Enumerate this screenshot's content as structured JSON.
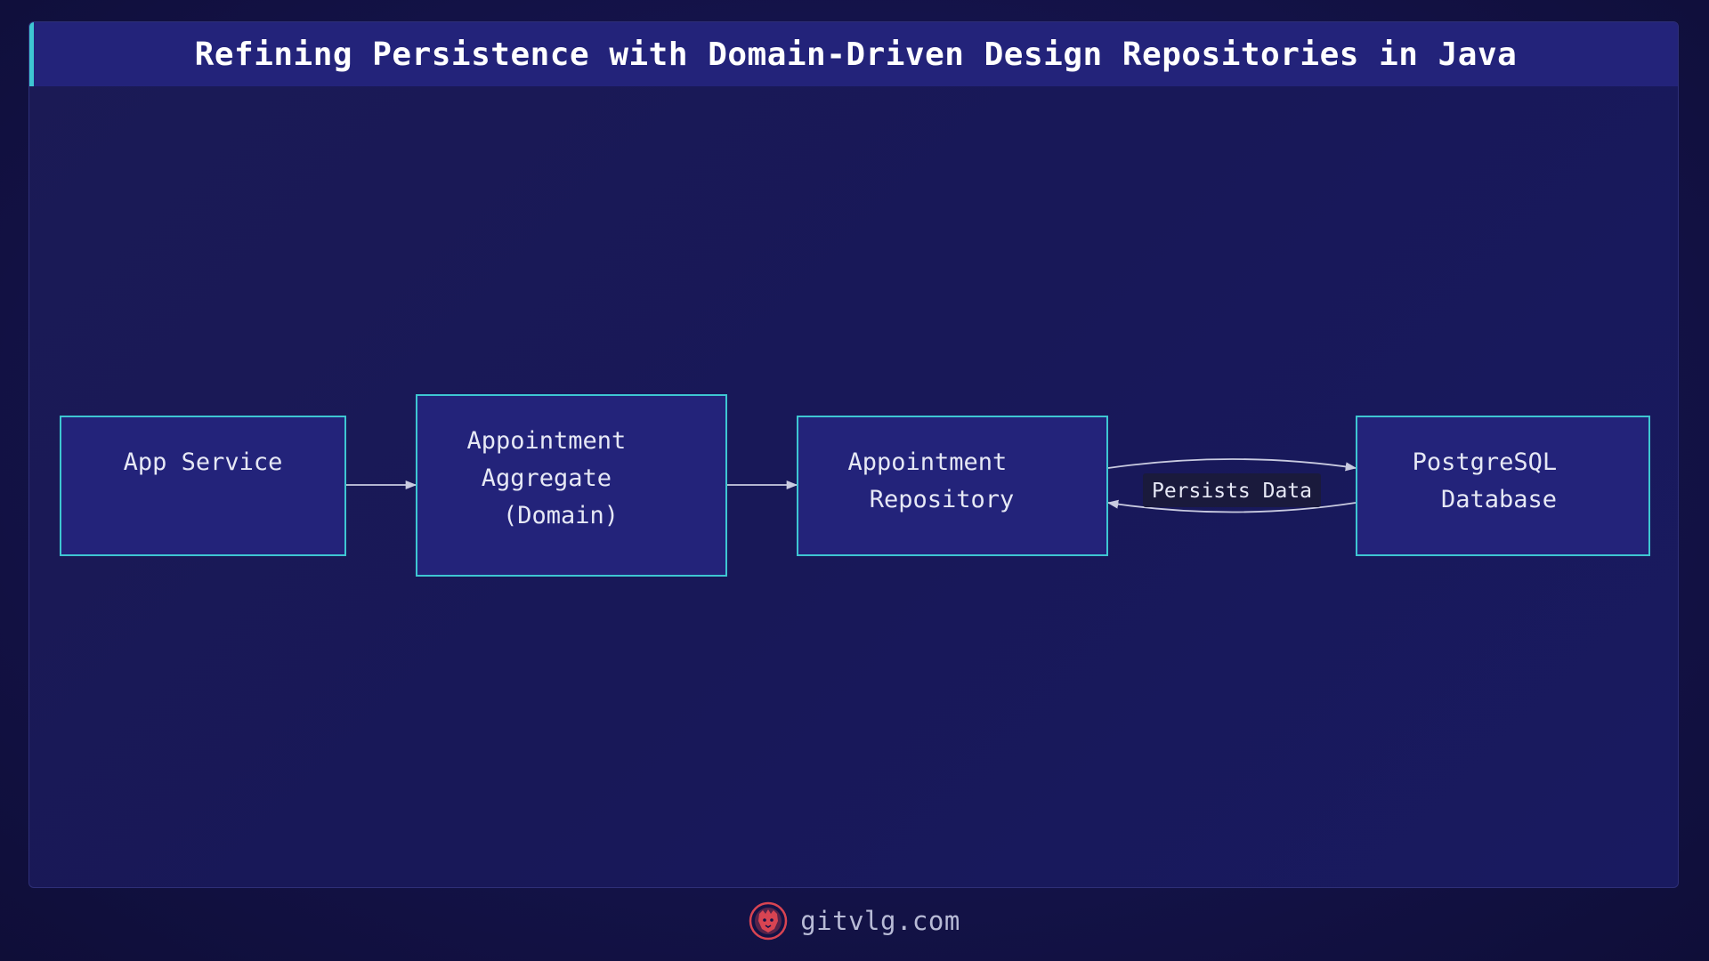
{
  "title": "Refining Persistence with Domain-Driven Design Repositories in Java",
  "nodes": {
    "app_service": [
      "App Service"
    ],
    "aggregate": [
      "Appointment",
      "Aggregate",
      "(Domain)"
    ],
    "repository": [
      "Appointment",
      "Repository"
    ],
    "database": [
      "PostgreSQL",
      "Database"
    ]
  },
  "edges": {
    "repo_db_label": "Persists Data"
  },
  "footer": {
    "site": "gitvlg.com"
  },
  "colors": {
    "accent": "#3ec6d2",
    "node_fill": "#23237a",
    "logo": "#d94452"
  },
  "icons": {
    "logo": "lion-head-icon"
  }
}
